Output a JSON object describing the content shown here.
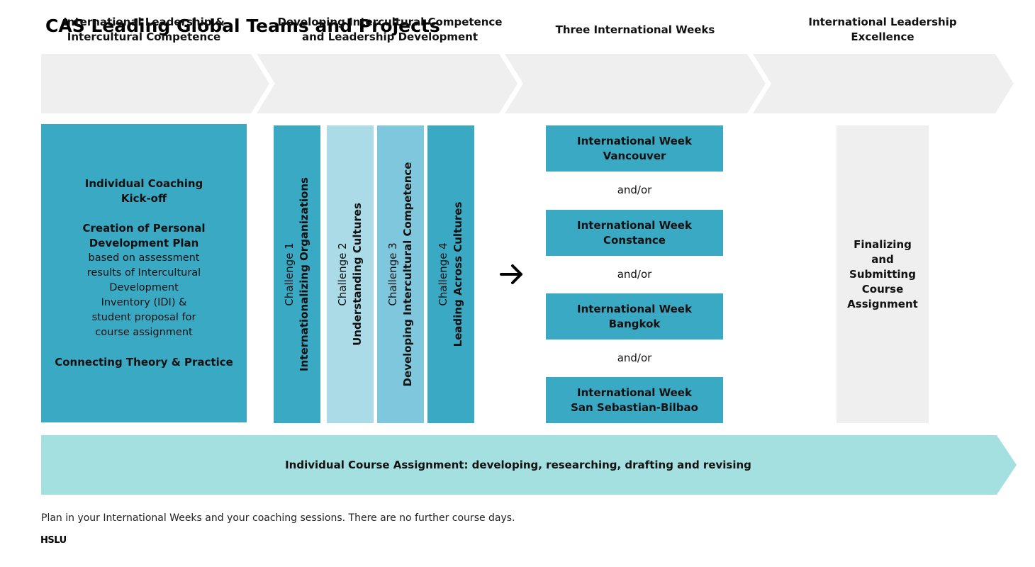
{
  "title": "CAS Leading Global Teams and Projects",
  "colors": {
    "teal": "#3aa9c4",
    "light_blue": "#acdbe8",
    "mid_blue": "#7ec7dd",
    "light_gray": "#efefef",
    "banner_cyan": "#a5e0e0"
  },
  "phases": [
    {
      "line1": "International Leadership &",
      "line2": "Intercultural Competence"
    },
    {
      "line1": "Developing Intercultural Competence",
      "line2": "and Leadership Development"
    },
    {
      "line1": "Three International Weeks",
      "line2": ""
    },
    {
      "line1": "International Leadership",
      "line2": "Excellence"
    }
  ],
  "phase1_box": {
    "coaching_1": "Individual Coaching",
    "coaching_2": "Kick-off",
    "plan_1": "Creation of Personal",
    "plan_2": "Development Plan",
    "desc": [
      "based on assessment",
      "results of Intercultural",
      "Development",
      "Inventory (IDI) &",
      "student proposal for",
      "course assignment"
    ],
    "theory": "Connecting Theory & Practice"
  },
  "challenges": [
    {
      "label": "Challenge 1",
      "name": "Internationalizing Organizations"
    },
    {
      "label": "Challenge 2",
      "name": "Understanding Cultures"
    },
    {
      "label": "Challenge 3",
      "name": "Developing Intercultural Competence"
    },
    {
      "label": "Challenge 4",
      "name": "Leading Across Cultures"
    }
  ],
  "arrow_icon": "arrow-right-icon",
  "weeks": [
    {
      "line1": "International Week",
      "line2": "Vancouver"
    },
    {
      "line1": "International Week",
      "line2": "Constance"
    },
    {
      "line1": "International Week",
      "line2": "Bangkok"
    },
    {
      "line1": "International Week",
      "line2": "San Sebastian-Bilbao"
    }
  ],
  "connector": "and/or",
  "final": [
    "Finalizing",
    "and",
    "Submitting",
    "Course",
    "Assignment"
  ],
  "banner": "Individual Course Assignment: developing, researching, drafting and revising",
  "footnote": "Plan in your International Weeks and your coaching sessions. There are no further course days.",
  "logo": "HSLU"
}
